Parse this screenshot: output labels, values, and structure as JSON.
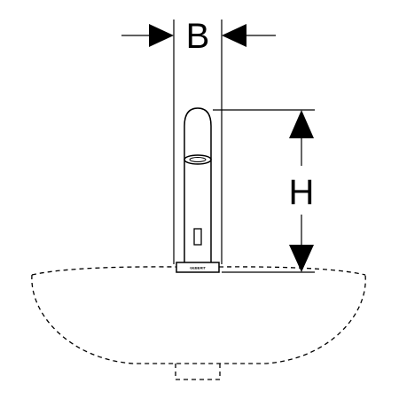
{
  "labels": {
    "width_label": "B",
    "height_label": "H",
    "brand": "GEBERIT"
  },
  "colors": {
    "stroke": "#000000",
    "background": "#ffffff"
  }
}
